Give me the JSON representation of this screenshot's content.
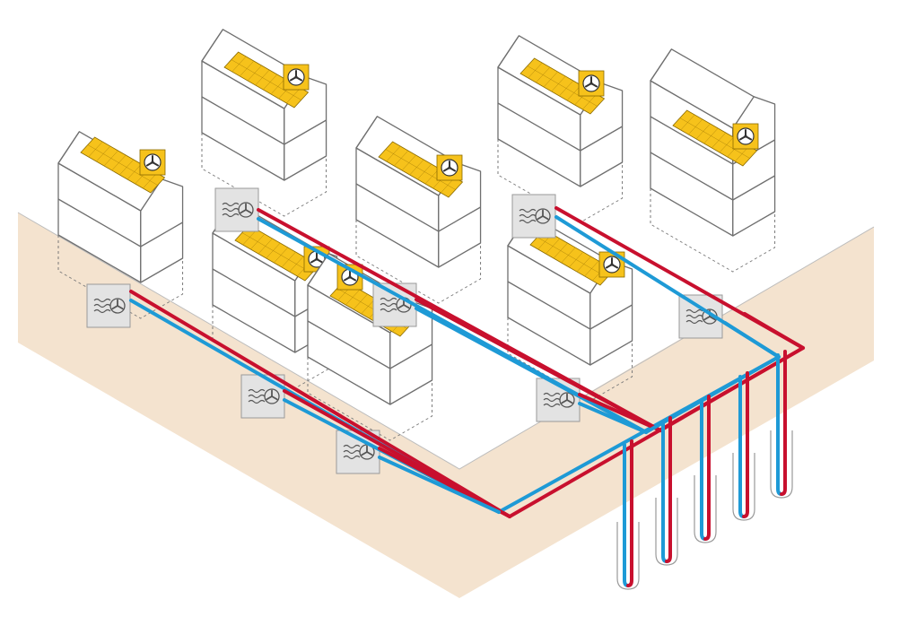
{
  "colors": {
    "ground": "#f4e3cf",
    "ground_edge": "#bdbdbd",
    "building_side": "#ffffff",
    "building_roof": "#ffffff",
    "outline": "#6f6f6f",
    "solar_panel": "#f6c21b",
    "fan_badge": "#f6c21b",
    "heat_pump_box": "#e3e3e3",
    "supply_pipe": "#c8102e",
    "return_pipe": "#1e9ad6"
  },
  "icons": {
    "heat_pump": "wave-fan-icon",
    "ventilation": "fan-icon",
    "solar": "solar-panel-icon",
    "borehole": "geothermal-probe-icon"
  },
  "counts": {
    "buildings": 8,
    "heat_pumps": 8,
    "boreholes": 5
  }
}
